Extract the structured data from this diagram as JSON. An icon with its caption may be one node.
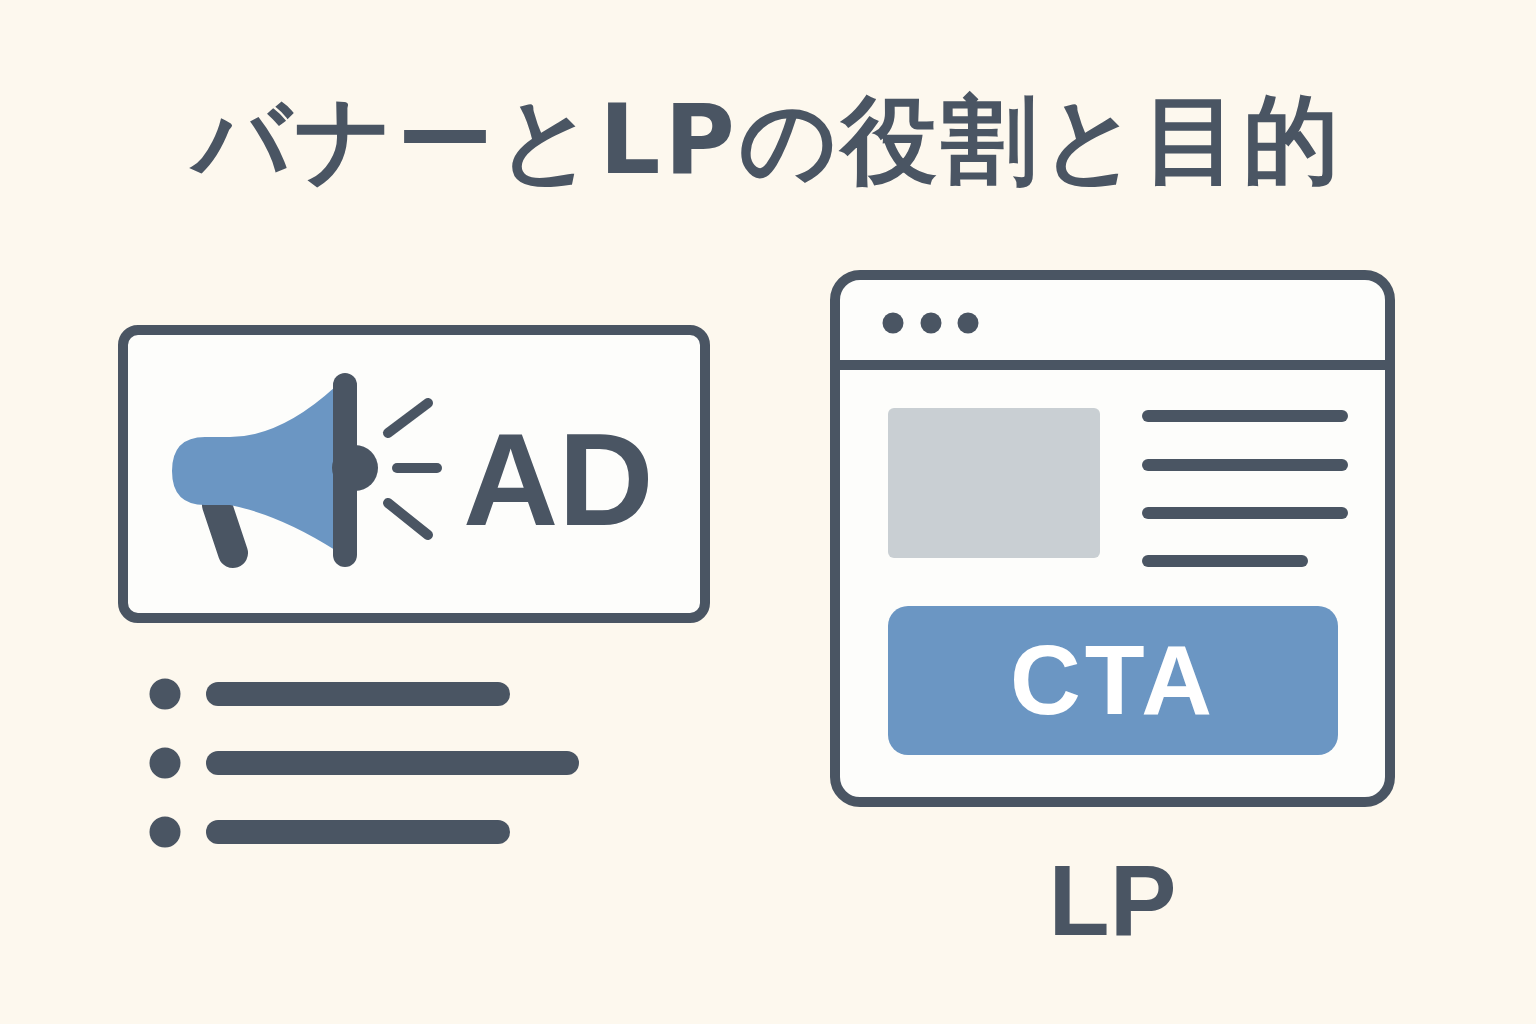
{
  "diagram": {
    "title": "バナーとLPの役割と目的",
    "nodes": [
      {
        "text": [
          "AD"
        ]
      },
      {
        "text": [
          "LP"
        ]
      },
      {
        "text": [
          "CTA"
        ],
        "in": 1
      }
    ]
  }
}
